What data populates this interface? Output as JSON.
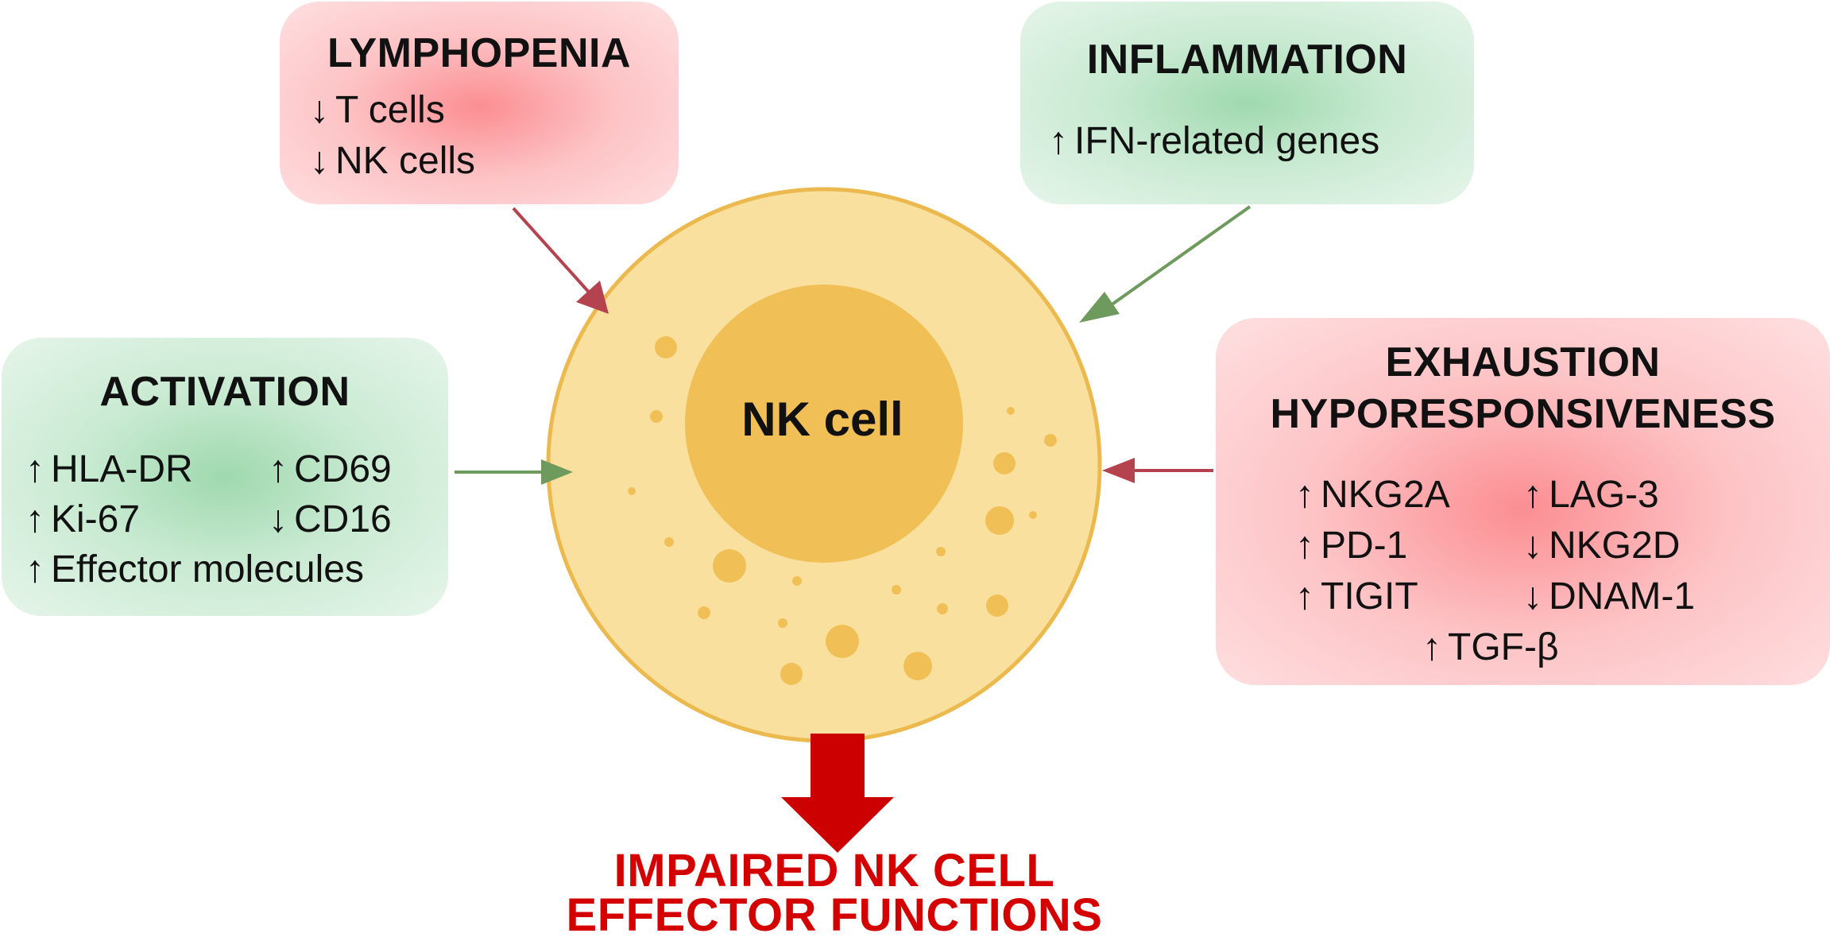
{
  "colors": {
    "red_box": "#fdc3c5",
    "green_box": "#c9ead2",
    "red_arrow": "#b5434f",
    "green_arrow": "#6f9a5d",
    "cell_outer": "#f9e09e",
    "cell_border": "#ebb94e",
    "nucleus": "#f0c057",
    "outcome": "#d40000"
  },
  "center": {
    "label": "NK cell"
  },
  "lymphopenia": {
    "title": "LYMPHOPENIA",
    "items": [
      {
        "arrow": "↓",
        "text": "T cells"
      },
      {
        "arrow": "↓",
        "text": "NK cells"
      }
    ]
  },
  "inflammation": {
    "title": "INFLAMMATION",
    "items": [
      {
        "arrow": "↑",
        "text": "IFN-related genes"
      }
    ]
  },
  "activation": {
    "title": "ACTIVATION",
    "items": [
      {
        "arrow": "↑",
        "text": "HLA-DR"
      },
      {
        "arrow": "↑",
        "text": "CD69"
      },
      {
        "arrow": "↑",
        "text": "Ki-67"
      },
      {
        "arrow": "↓",
        "text": "CD16"
      },
      {
        "arrow": "↑",
        "text": "Effector molecules"
      }
    ]
  },
  "exhaustion": {
    "title_line1": "EXHAUSTION",
    "title_line2": "HYPORESPONSIVENESS",
    "items": [
      {
        "arrow": "↑",
        "text": "NKG2A"
      },
      {
        "arrow": "↑",
        "text": "LAG-3"
      },
      {
        "arrow": "↑",
        "text": "PD-1"
      },
      {
        "arrow": "↓",
        "text": "NKG2D"
      },
      {
        "arrow": "↑",
        "text": "TIGIT"
      },
      {
        "arrow": "↓",
        "text": "DNAM-1"
      },
      {
        "arrow": "↑",
        "text": "TGF-β"
      }
    ]
  },
  "outcome": {
    "line1": "IMPAIRED NK CELL",
    "line2": "EFFECTOR FUNCTIONS"
  }
}
